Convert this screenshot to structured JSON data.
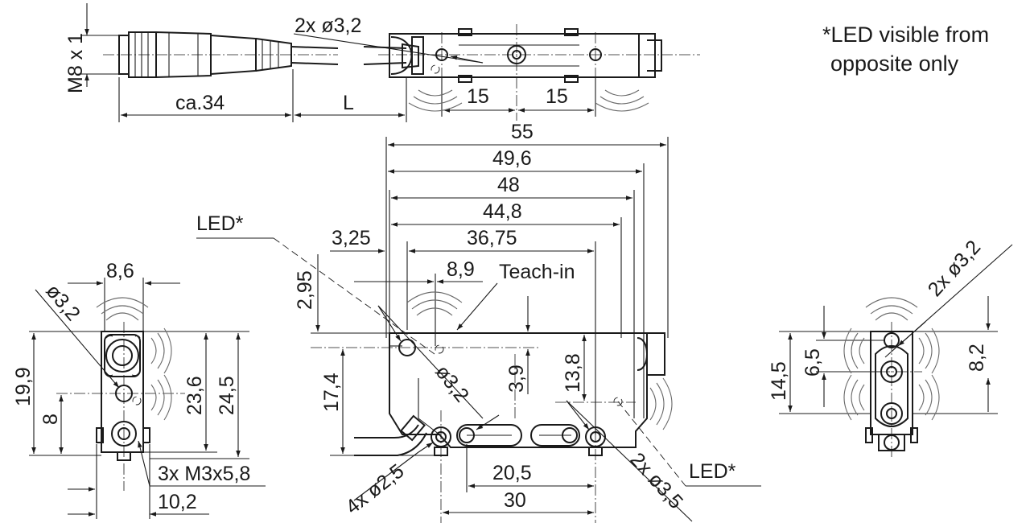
{
  "note": {
    "line1": "*LED visible from",
    "line2": "opposite only"
  },
  "top_view": {
    "thread": "M8 x 1",
    "connector_length": "ca.34",
    "cable_length": "L",
    "holes": "2x ø3,2",
    "spacing_left": "15",
    "spacing_right": "15"
  },
  "front_view": {
    "width_total": "55",
    "width_49_6": "49,6",
    "width_48": "48",
    "width_44_8": "44,8",
    "width_36_75": "36,75",
    "offset_3_25": "3,25",
    "offset_8_9": "8,9",
    "teach_in": "Teach-in",
    "led_top": "LED*",
    "led_bottom": "LED*",
    "height_2_95": "2,95",
    "height_17_4": "17,4",
    "height_3_9": "3,9",
    "height_13_8": "13,8",
    "hole_3_2": "ø3,2",
    "holes_2_5": "4x ø2,5",
    "holes_3_5": "2x ø3,5",
    "dim_20_5": "20,5",
    "dim_30": "30"
  },
  "left_view": {
    "width_8_6": "8,6",
    "hole_3_2": "ø3,2",
    "height_19_9": "19,9",
    "height_8": "8",
    "height_23_6": "23,6",
    "height_24_5": "24,5",
    "threads": "3x M3x5,8",
    "width_10_2": "10,2"
  },
  "right_view": {
    "holes": "2x ø3,2",
    "height_14_5": "14,5",
    "height_6_5": "6,5",
    "height_8_2": "8,2"
  }
}
